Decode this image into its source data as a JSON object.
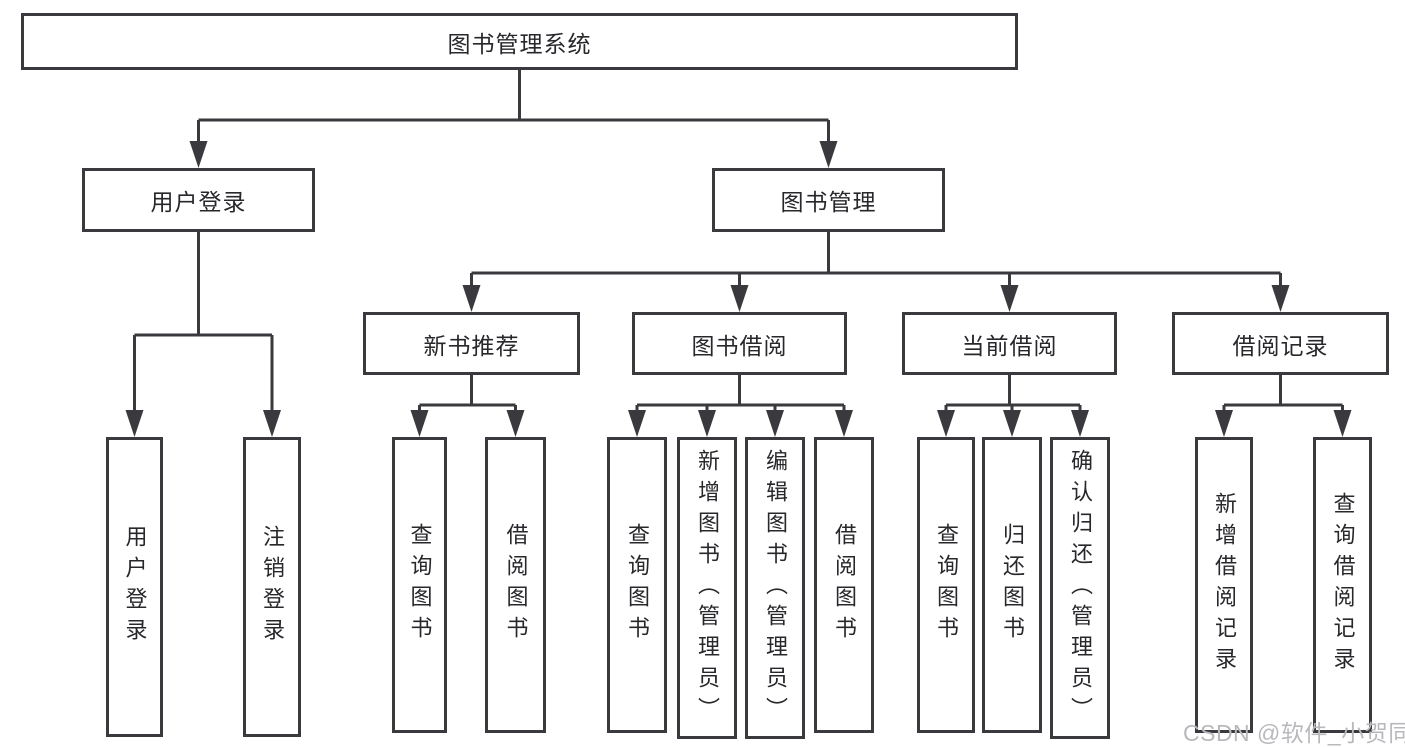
{
  "diagram_title": "图书管理系统",
  "nodes": {
    "root": "图书管理系统",
    "user_login": "用户登录",
    "book_mgmt": "图书管理",
    "new_book_rec": "新书推荐",
    "book_borrow": "图书借阅",
    "current_borrow": "当前借阅",
    "borrow_records": "借阅记录"
  },
  "leaves": {
    "user_login": "用户登录",
    "logout": "注销登录",
    "nbr_query": "查询图书",
    "nbr_borrow": "借阅图书",
    "bb_query": "查询图书",
    "bb_add_admin": "新增图书（管理员）",
    "bb_edit_admin": "编辑图书（管理员）",
    "bb_borrow": "借阅图书",
    "cb_query": "查询图书",
    "cb_return": "归还图书",
    "cb_confirm_admin": "确认归还（管理员）",
    "br_add": "新增借阅记录",
    "br_query": "查询借阅记录"
  },
  "watermark": "CSDN @软件_小贺同学",
  "colors": {
    "line": "#3a3a3e",
    "text": "#28282c",
    "watermark": "#b9b9bd"
  }
}
